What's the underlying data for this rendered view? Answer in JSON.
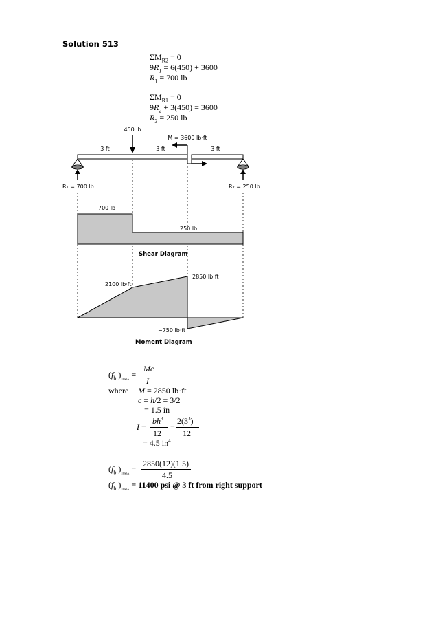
{
  "title": "Solution 513",
  "equations_top": [
    "ΣM_R2 = 0",
    "9R₁ = 6(450) + 3600",
    "R₁ = 700 lb",
    "ΣM_R1 = 0",
    "9R₂ + 3(450) = 3600",
    "R₂ = 250 lb"
  ],
  "beam": {
    "load_label": "450 lb",
    "moment_label": "M = 3600 lb·ft",
    "span_labels": [
      "3 ft",
      "3 ft",
      "3 ft"
    ],
    "reaction_left": "R₁ = 700 lb",
    "reaction_right": "R₂ = 250 lb"
  },
  "shear": {
    "title": "Shear Diagram",
    "label_left": "700 lb",
    "label_right": "250 lb",
    "values_lb": [
      700,
      700,
      250,
      250
    ]
  },
  "moment": {
    "title": "Moment Diagram",
    "label_a": "2100 lb·ft",
    "label_b": "2850 lb·ft",
    "label_c": "−750 lb·ft",
    "values_lbft": [
      0,
      2100,
      2850,
      -750,
      0
    ]
  },
  "stress": {
    "lhs": "(f_b)max",
    "formula_num": "Mc",
    "formula_den": "I",
    "where": "where",
    "m_line": "M = 2850 lb·ft",
    "c_line": "c = h/2 = 3/2",
    "c_val": "= 1.5 in",
    "I_lhs": "I =",
    "I_num1": "bh³",
    "I_den1": "12",
    "I_eq": "=",
    "I_num2": "2(3³)",
    "I_den2": "12",
    "I_val": "= 4.5 in⁴",
    "calc_num": "2850(12)(1.5)",
    "calc_den": "4.5",
    "result": "= 11400 psi @ 3 ft from right support"
  },
  "colors": {
    "fill": "#c8c8c8",
    "line": "#000000"
  }
}
